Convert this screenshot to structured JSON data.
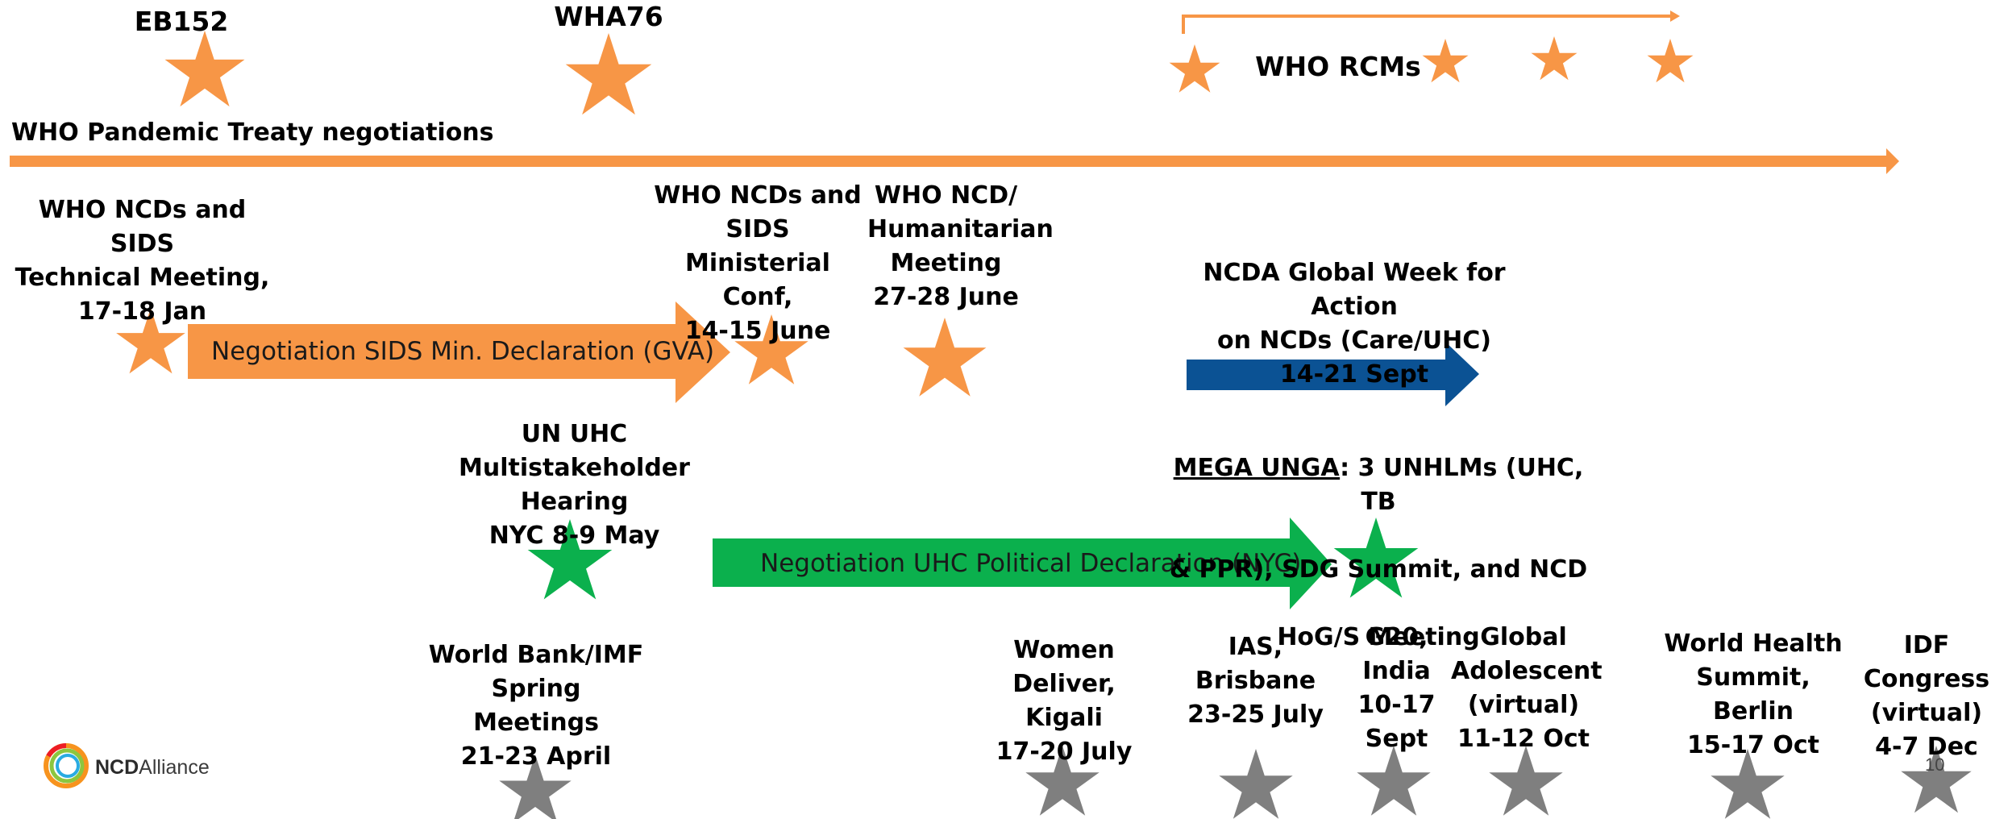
{
  "colors": {
    "orange": "#F79646",
    "green": "#0BB04D",
    "blue": "#0B5294",
    "grey": "#7F7F7F"
  },
  "top_events": {
    "eb152": "EB152",
    "wha76": "WHA76",
    "who_rcms": "WHO RCMs",
    "pandemic_treaty": "WHO Pandemic Treaty negotiations"
  },
  "orange_events": {
    "ncds_sids_tech": "WHO NCDs and SIDS\nTechnical Meeting,\n17-18 Jan",
    "ncds_sids_ministerial": "WHO NCDs and\nSIDS Ministerial\nConf,\n14-15 June",
    "ncd_humanitarian": "WHO NCD/\nHumanitarian\nMeeting\n27-28 June",
    "sids_negotiation": "Negotiation SIDS Min. Declaration (GVA)"
  },
  "blue_events": {
    "ncda_week": "NCDA Global Week for Action\non NCDs (Care/UHC)\n14-21 Sept"
  },
  "green_events": {
    "un_uhc_hearing": "UN UHC Multistakeholder\nHearing\nNYC 8-9 May",
    "uhc_negotiation": "Negotiation UHC Political Declaration (NYC)",
    "mega_unga_underlined": "MEGA UNGA",
    "mega_unga_rest": ": 3 UNHLMs  (UHC, TB",
    "mega_unga_line2": "& PPR), SDG Summit, and NCD",
    "mega_unga_line3": "HoG/S Meeting"
  },
  "grey_events": {
    "world_bank": "World Bank/IMF\nSpring Meetings\n21-23 April",
    "women_deliver": "Women Deliver,\nKigali\n17-20  July",
    "ias": "IAS,\nBrisbane\n23-25  July",
    "g20": "G20,\nIndia\n10-17\nSept",
    "global_adolescent": "Global\nAdolescent\n(virtual)\n11-12 Oct",
    "world_health_summit": "World Health\nSummit,\nBerlin\n15-17 Oct",
    "idf_congress": "IDF Congress\n(virtual)\n4-7 Dec"
  },
  "logo": {
    "name_bold": "NCD",
    "name_rest": "Alliance"
  },
  "page_number": "10"
}
